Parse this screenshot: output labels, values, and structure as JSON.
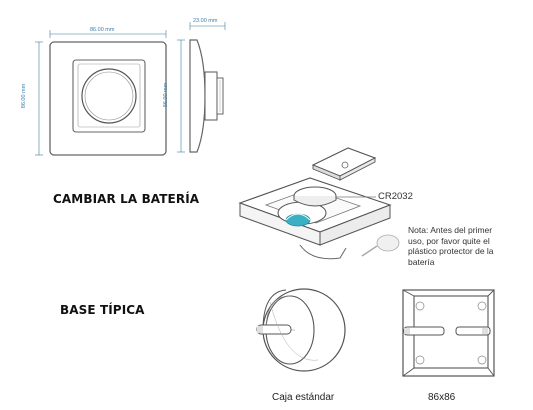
{
  "front_view": {
    "width_label": "86.00 mm",
    "height_label": "86.00 mm"
  },
  "side_view": {
    "depth_label": "23.00 mm",
    "height_label": "86.00 mm"
  },
  "battery": {
    "heading": "CAMBIAR LA BATERÍA",
    "callout": "CR2032",
    "note_lines": [
      "Nota: Antes del primer",
      "uso, por favor quite el",
      "plástico protector de la",
      "batería"
    ]
  },
  "base": {
    "heading": "BASE TÍPICA",
    "round_caption": "Caja estándar",
    "square_caption": "86x86"
  },
  "colors": {
    "dimension": "#3d7ea6",
    "accent": "#3ab0c4",
    "line": "#555555"
  }
}
